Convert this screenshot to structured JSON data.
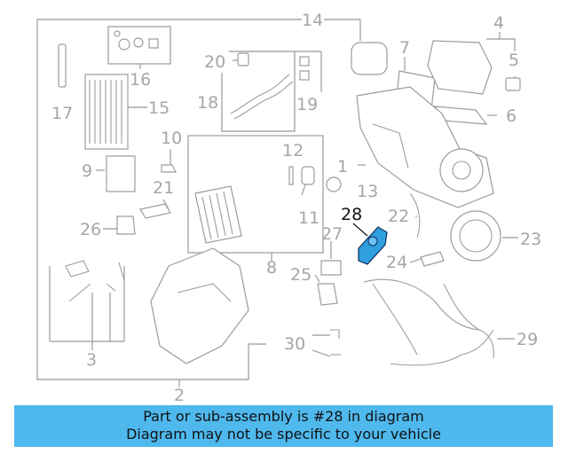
{
  "diagram": {
    "highlighted_part": "28",
    "highlight_color": "#2f9fe0",
    "callouts": {
      "c1": "1",
      "c2": "2",
      "c3": "3",
      "c4": "4",
      "c5": "5",
      "c6": "6",
      "c7": "7",
      "c8": "8",
      "c9": "9",
      "c10": "10",
      "c11": "11",
      "c12": "12",
      "c13": "13",
      "c14": "14",
      "c15": "15",
      "c16": "16",
      "c17": "17",
      "c18": "18",
      "c19": "19",
      "c20": "20",
      "c21": "21",
      "c22": "22",
      "c23": "23",
      "c24": "24",
      "c25": "25",
      "c26": "26",
      "c27": "27",
      "c28": "28",
      "c29": "29",
      "c30": "30"
    }
  },
  "banner": {
    "line1": "Part or sub-assembly is #28 in diagram",
    "line2": "Diagram may not be specific to your vehicle",
    "color": "#4fb9ee"
  }
}
